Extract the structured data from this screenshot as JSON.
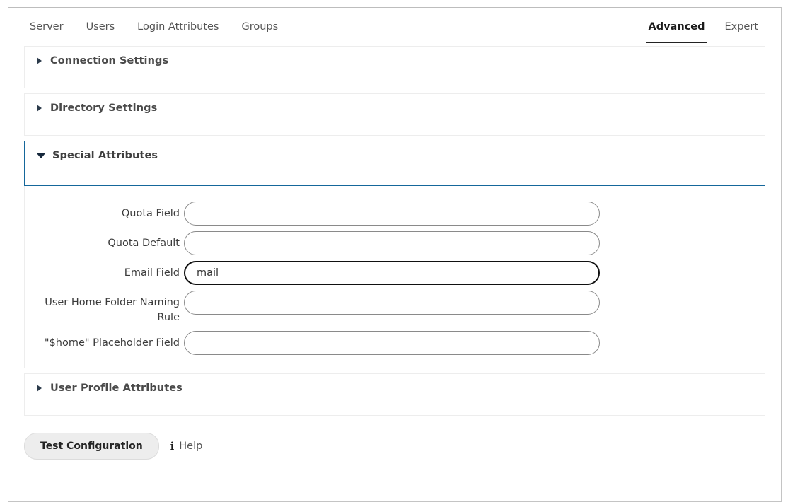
{
  "tabs": {
    "left": [
      {
        "label": "Server"
      },
      {
        "label": "Users"
      },
      {
        "label": "Login Attributes"
      },
      {
        "label": "Groups"
      }
    ],
    "right": [
      {
        "label": "Advanced",
        "active": true
      },
      {
        "label": "Expert",
        "active": false
      }
    ]
  },
  "accordion": {
    "sections": [
      {
        "title": "Connection Settings",
        "expanded": false,
        "icon": "triangle-right-icon"
      },
      {
        "title": "Directory Settings",
        "expanded": false,
        "icon": "triangle-right-icon"
      },
      {
        "title": "Special Attributes",
        "expanded": true,
        "icon": "triangle-down-icon"
      },
      {
        "title": "User Profile Attributes",
        "expanded": false,
        "icon": "triangle-right-icon"
      }
    ]
  },
  "special_attributes_form": {
    "fields": [
      {
        "label": "Quota Field",
        "value": "",
        "placeholder": "",
        "focused": false
      },
      {
        "label": "Quota Default",
        "value": "",
        "placeholder": "",
        "focused": false
      },
      {
        "label": "Email Field",
        "value": "mail",
        "placeholder": "",
        "focused": true
      },
      {
        "label": "User Home Folder Naming Rule",
        "value": "",
        "placeholder": "",
        "focused": false
      },
      {
        "label": "\"$home\" Placeholder Field",
        "value": "",
        "placeholder": "",
        "focused": false
      }
    ]
  },
  "footer": {
    "test_button_label": "Test Configuration",
    "help_icon": "info-icon",
    "help_label": "Help"
  },
  "colors": {
    "active_panel_border": "#15679b",
    "focused_input_border": "#111111",
    "active_tab_underline": "#222222",
    "button_bg": "#ededed",
    "panel_border": "#ededed"
  }
}
